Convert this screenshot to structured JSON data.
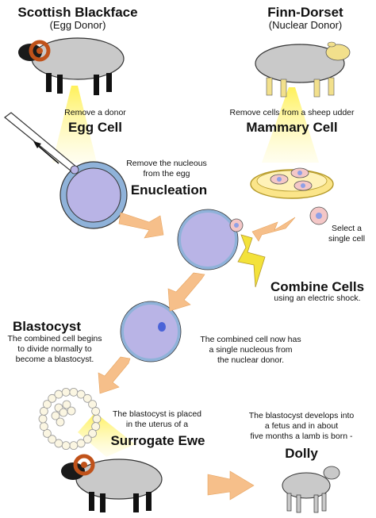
{
  "egg_donor": {
    "title": "Scottish Blackface",
    "subtitle": "(Egg Donor)"
  },
  "nuclear_donor": {
    "title": "Finn-Dorset",
    "subtitle": "(Nuclear Donor)"
  },
  "egg_step": {
    "note": "Remove a donor",
    "label": "Egg Cell"
  },
  "mammary_step": {
    "note": "Remove cells from a sheep udder",
    "label": "Mammary Cell"
  },
  "enucleation": {
    "note_line1": "Remove the nucleous",
    "note_line2": "from the egg",
    "label": "Enucleation"
  },
  "select_cell": {
    "line1": "Select a",
    "line2": "single cell"
  },
  "combine": {
    "label": "Combine Cells",
    "note": "using an electric shock."
  },
  "blastocyst": {
    "label": "Blastocyst",
    "line1": "The combined cell begins",
    "line2": "to divide normally to",
    "line3": "become a blastocyst."
  },
  "nucleus_note": {
    "line1": "The combined cell now has",
    "line2": "a single nucleous from",
    "line3": "the nuclear donor."
  },
  "surrogate": {
    "line1": "The blastocyst is placed",
    "line2": "in the uterus of a",
    "label": "Surrogate Ewe"
  },
  "dolly": {
    "line1": "The blastocyst develops into",
    "line2": "a fetus and in about",
    "line3": "five months a lamb is born -",
    "label": "Dolly"
  },
  "colors": {
    "cell_fill": "#b9b4e6",
    "cell_ring": "#8fb2d9",
    "beam": "#fff27a",
    "arrow": "#f6bf8a",
    "bolt": "#f3e23a",
    "sheep": "#c9c9c9",
    "horn": "#c0521a",
    "dish": "#fbe58a"
  }
}
